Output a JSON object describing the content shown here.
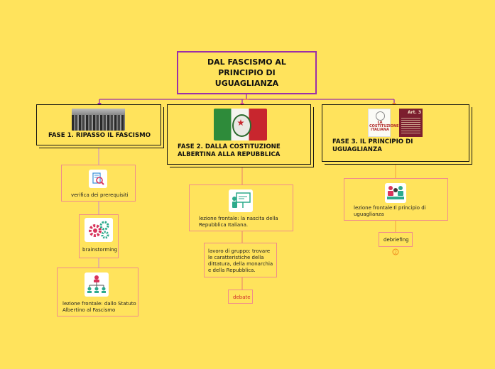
{
  "root": {
    "title": "DAL FASCISMO AL\nPRINCIPIO DI\nUGUAGLIANZA"
  },
  "phases": [
    {
      "title": "FASE 1. RIPASSO IL FASCISMO",
      "image": "historical-photo-crowd"
    },
    {
      "title": "FASE 2. DALLA COSTITUZIONE ALBERTINA ALLA REPUBBLICA",
      "image": "italian-flag-emblem"
    },
    {
      "title": "FASE 3. IL PRINCIPIO DI UGUAGLIANZA",
      "image": "constitution-book-and-art3"
    }
  ],
  "branch1": {
    "n1": {
      "label": "verifica dei prerequisiti",
      "icon": "magnifier-document-icon"
    },
    "n2": {
      "label": "brainstorming",
      "icon": "gears-icon"
    },
    "n3": {
      "label": "lezione frontale: dallo Statuto Albertino al Fascismo",
      "icon": "hierarchy-icon"
    }
  },
  "branch2": {
    "n1": {
      "label": "lezione frontale: la nascita della Repubblica Italiana.",
      "icon": "presentation-icon"
    },
    "n2": {
      "label": "lavoro di gruppo: trovare le caratteristiche della dittatura, della monarchia e della Repubblica."
    },
    "n3": {
      "label": "debate"
    }
  },
  "branch3": {
    "n1": {
      "label": "lezione frontale:Il principio di uguaglianza",
      "icon": "meeting-icon"
    },
    "n2": {
      "label": "debriefing"
    }
  },
  "images": {
    "art3_label": "Art. 3",
    "book_label": "LA COSTITUZIONE ITALIANA"
  },
  "colors": {
    "background": "#FFE35C",
    "root_border": "#9B2FA8",
    "node_border": "#F08C8C",
    "connector_root": "#9B2FA8",
    "connector_child": "#E87C6C"
  }
}
